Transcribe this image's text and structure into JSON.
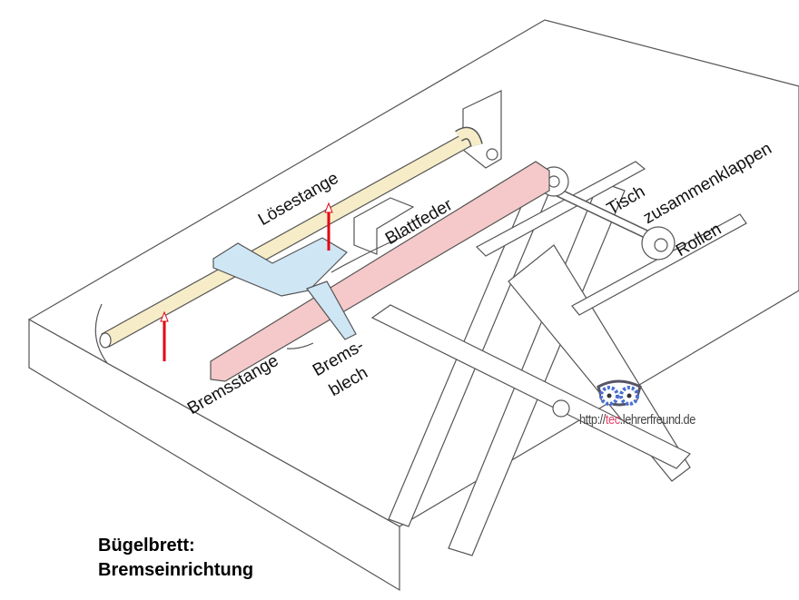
{
  "labels": {
    "loesestange": "Lösestange",
    "blattfeder": "Blattfeder",
    "tisch": "Tisch",
    "zusammenklappen": "zusammenklappen",
    "rollen": "Rollen",
    "bremsstange": "Bremsstange",
    "bremsblech_line1": "Brems-",
    "bremsblech_line2": "blech"
  },
  "title": {
    "line1": "Bügelbrett:",
    "line2": "Bremseinrichtung"
  },
  "logo": {
    "prefix": "http://",
    "accent": "tec",
    "suffix": ".lehrerfreund.de"
  },
  "colors": {
    "rod": "#f6edc8",
    "brake_bar": "#f5c9c9",
    "bracket": "#cfe6f5",
    "arrow_red": "#e3000f",
    "accent": "#e8406a"
  }
}
